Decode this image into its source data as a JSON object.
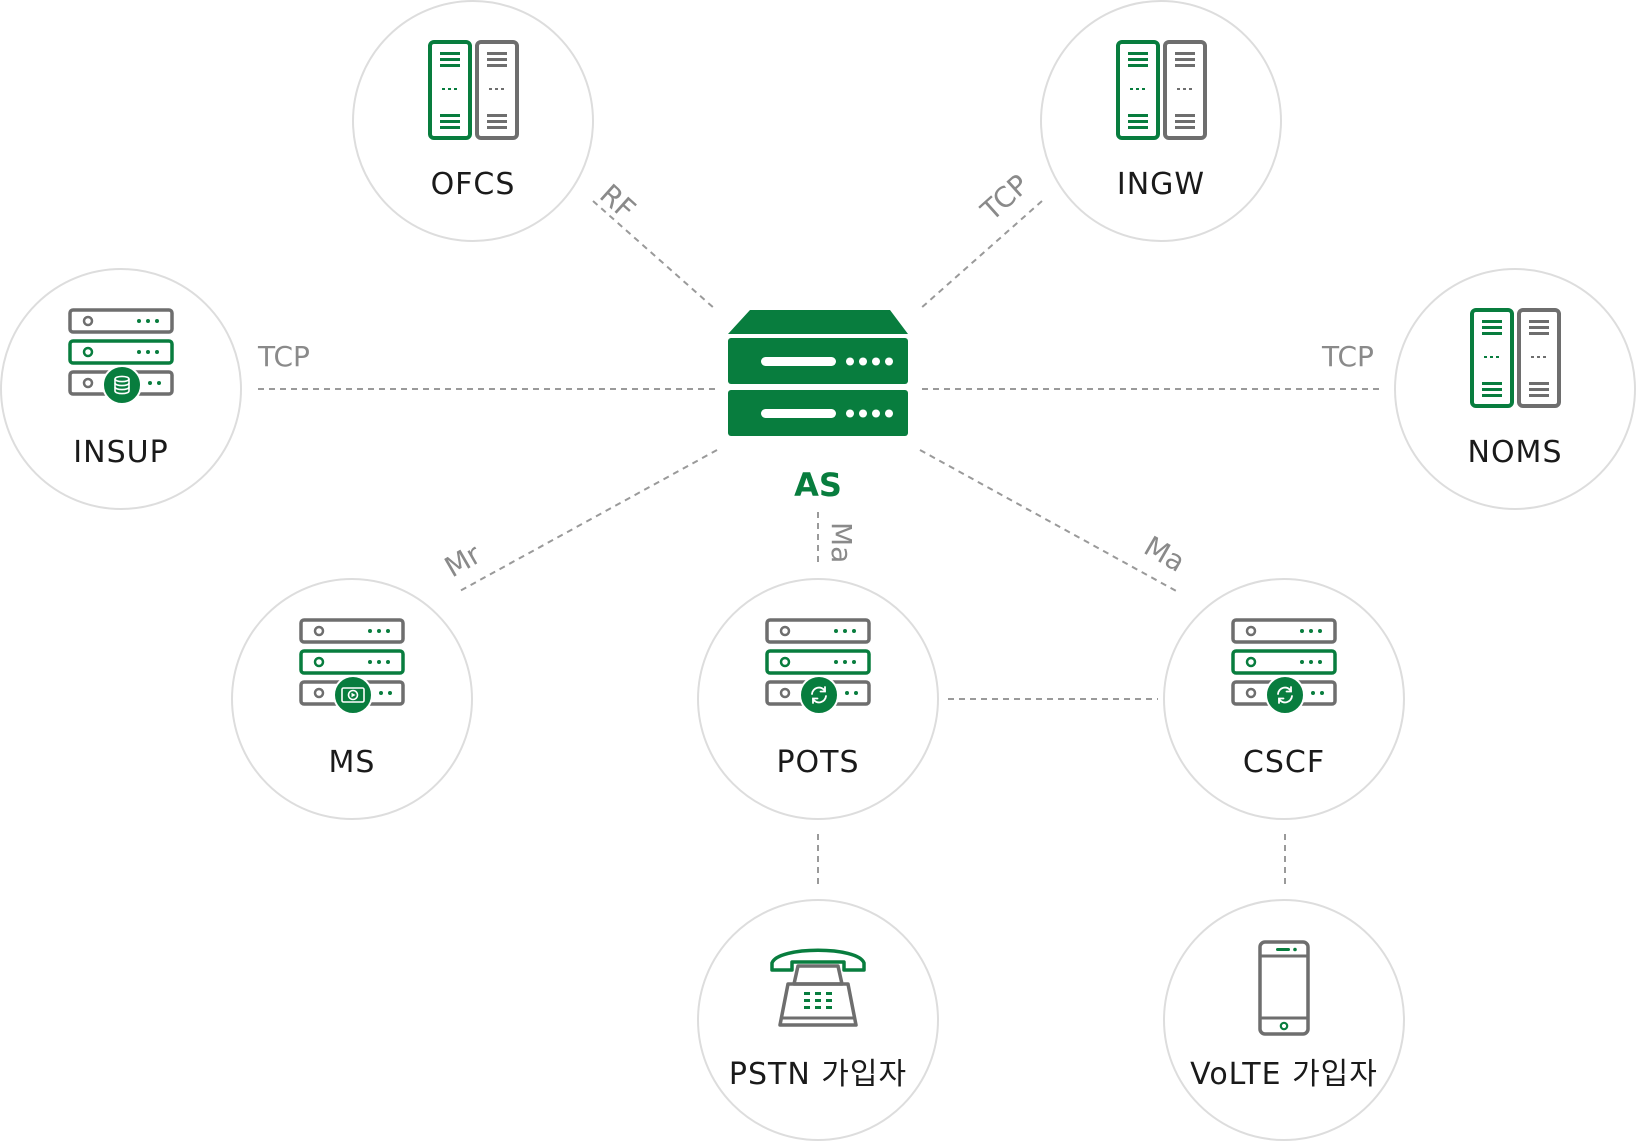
{
  "colors": {
    "accent": "#087d3e",
    "gray": "#6e6e6e",
    "ring": "#dddddd",
    "line": "#9a9a9a"
  },
  "hub": {
    "label": "AS",
    "icon": "server-appliance-icon"
  },
  "nodes": {
    "ofcs": {
      "label": "OFCS",
      "icon": "server-pair-icon"
    },
    "ingw": {
      "label": "INGW",
      "icon": "server-pair-icon"
    },
    "insup": {
      "label": "INSUP",
      "icon": "server-rack-database-icon"
    },
    "noms": {
      "label": "NOMS",
      "icon": "server-pair-icon"
    },
    "ms": {
      "label": "MS",
      "icon": "server-rack-media-icon"
    },
    "pots": {
      "label": "POTS",
      "icon": "server-rack-sync-icon"
    },
    "cscf": {
      "label": "CSCF",
      "icon": "server-rack-sync-icon"
    },
    "pstn": {
      "label": "PSTN 가입자",
      "icon": "telephone-icon"
    },
    "volte": {
      "label": "VoLTE 가입자",
      "icon": "smartphone-icon"
    }
  },
  "links": {
    "ofcs": "RF",
    "ingw": "TCP",
    "insup": "TCP",
    "noms": "TCP",
    "ms": "Mr",
    "pots": "Ma",
    "cscf": "Ma"
  }
}
